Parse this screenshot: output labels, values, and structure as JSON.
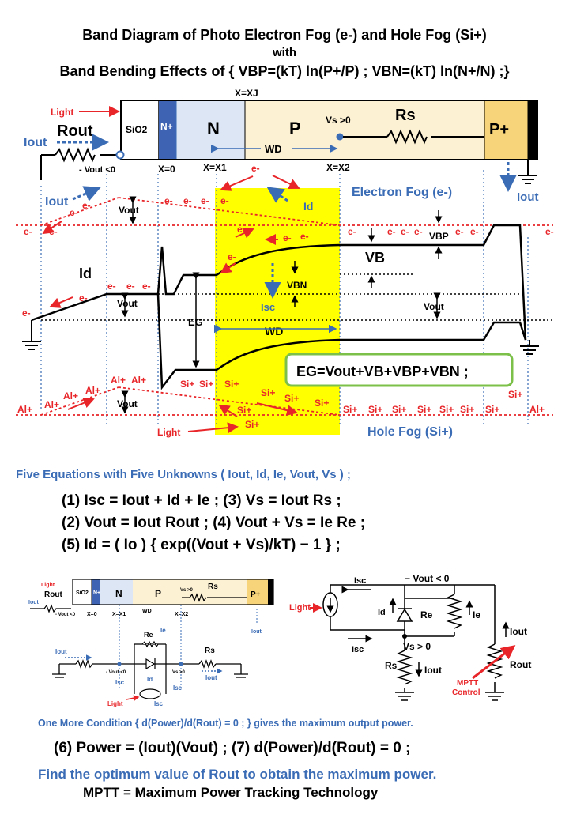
{
  "titles": {
    "line1": "Band Diagram of Photo Electron Fog (e-) and Hole Fog (Si+)",
    "line2": "with",
    "line3": "Band Bending Effects of { VBP=(kT) ln(P+/P) ; VBN=(kT) ln(N+/N) ;}"
  },
  "device": {
    "xj": "X=XJ",
    "light": "Light",
    "rout": "Rout",
    "iout": "Iout",
    "sio2": "SiO2",
    "nplus": "N+",
    "n": "N",
    "p": "P",
    "vs": "Vs >0",
    "rs": "Rs",
    "pplus": "P+",
    "wd": "WD",
    "vout_neg": "- Vout <0",
    "x0": "X=0",
    "x1": "X=X1",
    "x2": "X=X2"
  },
  "band": {
    "electron_fog": "Electron Fog (e-)",
    "hole_fog": "Hole Fog (Si+)",
    "e": "e-",
    "al": "Al+",
    "si": "Si+",
    "id": "Id",
    "isc": "Isc",
    "vout": "Vout",
    "vbp": "VBP",
    "vb": "VB",
    "vbn": "VBN",
    "eg": "EG",
    "wd": "WD",
    "light": "Light",
    "eg_formula": "EG=Vout+VB+VBP+VBN ;"
  },
  "equations": {
    "heading": "Five Equations with Five Unknowns ( Iout, Id, Ie, Vout, Vs ) ;",
    "eq1": "(1) Isc = Iout + Id + Ie ; (3) Vs = Iout Rs ;",
    "eq2": "(2) Vout = Iout Rout ; (4) Vout + Vs = Ie Re ;",
    "eq5": "(5) Id = ( Io ) { exp((Vout + Vs)/kT) − 1 } ;"
  },
  "circuit": {
    "light": "Light",
    "isc": "Isc",
    "vout_neg": "− Vout < 0",
    "id": "Id",
    "re": "Re",
    "ie": "Ie",
    "iout": "Iout",
    "vs": "Vs > 0",
    "rs": "Rs",
    "rout": "Rout",
    "mptt": "MPTT",
    "control": "Control",
    "x0": "X=0",
    "x1": "X=X1",
    "x2": "X=X2",
    "wd": "WD"
  },
  "footer": {
    "condition": "One More Condition { d(Power)/d(Rout) = 0 ; } gives the maximum output power.",
    "eq67": "(6) Power = (Iout)(Vout) ; (7) d(Power)/d(Rout) = 0 ;",
    "find": "Find the optimum value of Rout to obtain the maximum power.",
    "mptt": "MPTT = Maximum Power Tracking Technology"
  },
  "colors": {
    "blue": "#3a6bb5",
    "red": "#e8262a",
    "yellow": "#ffff00",
    "n_region": "#dce6f4",
    "p_region": "#fdf1d4",
    "pplus_region": "#f7d47a",
    "nplus_region": "#3f63b3",
    "green_box": "#7cc04a"
  }
}
